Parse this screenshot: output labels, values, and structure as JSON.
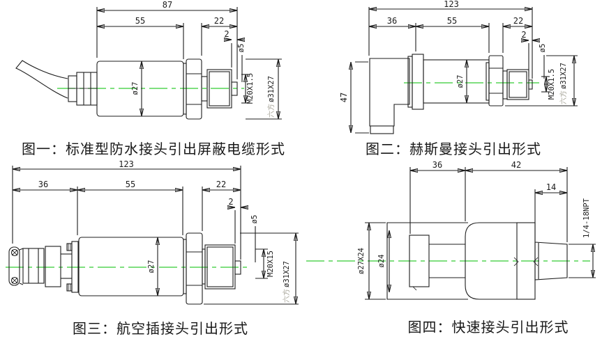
{
  "colors": {
    "line": "#1c1c1c",
    "centerline": "#33cc33",
    "dim_text": "#1c1c1c",
    "hex_prefix": "#a8a69a",
    "background": "#ffffff"
  },
  "figures": [
    {
      "caption": "图一：标准型防水接头引出屏蔽电缆形式",
      "dims": {
        "total": "87",
        "body": "55",
        "port": "22",
        "tip": "2",
        "nipple_dia": "ø5",
        "body_dia": "ø27",
        "thread": "M20X1.5",
        "hex_prefix": "六方",
        "hex_spec": "ø31X27"
      }
    },
    {
      "caption": "图二：赫斯曼接头引出形式",
      "dims": {
        "total": "123",
        "connector": "36",
        "body": "55",
        "port": "22",
        "tip": "2",
        "nipple_dia": "ø5",
        "body_dia": "ø27",
        "height": "47",
        "thread": "M20X1.5",
        "hex_prefix": "六方",
        "hex_spec": "ø31X27"
      }
    },
    {
      "caption": "图三：航空插接头引出形式",
      "dims": {
        "total": "123",
        "connector": "36",
        "body": "55",
        "port": "22",
        "tip": "2",
        "nipple_dia": "ø5",
        "body_dia": "ø27",
        "thread": "M20X15",
        "hex_prefix": "六方",
        "hex_spec": "ø31X27"
      }
    },
    {
      "caption": "图四：快速接头引出形式",
      "dims": {
        "connector": "36",
        "port": "42",
        "thread_len": "14",
        "shell": "ø27X24",
        "body_dia": "ø24",
        "thread": "1/4-18NPT"
      }
    }
  ]
}
